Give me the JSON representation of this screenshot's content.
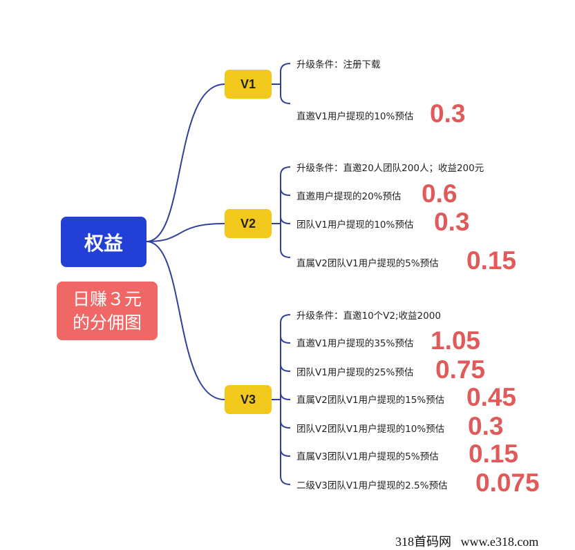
{
  "root": {
    "label": "权益"
  },
  "note": {
    "line1": "日赚３元",
    "line2": "的分佣图"
  },
  "colors": {
    "root": "#2340d6",
    "note": "#f06766",
    "level": "#f2c81b",
    "value": "#e05a5a",
    "line": "#2f3f9e"
  },
  "levels": [
    {
      "label": "V1",
      "items": [
        {
          "text": "升级条件：注册下载",
          "value": ""
        },
        {
          "text": "直邀V1用户提现的10%预估",
          "value": "0.3"
        }
      ]
    },
    {
      "label": "V2",
      "items": [
        {
          "text": "升级条件：直邀20人团队200人；收益200元",
          "value": ""
        },
        {
          "text": "直邀用户提现的20%预估",
          "value": "0.6"
        },
        {
          "text": "团队V1用户提现的10%预估",
          "value": "0.3"
        },
        {
          "text": "直属V2团队V1用户提现的5%预估",
          "value": "0.15"
        }
      ]
    },
    {
      "label": "V3",
      "items": [
        {
          "text": "升级条件：直邀10个V2;收益2000",
          "value": ""
        },
        {
          "text": "直邀V1用户提现的35%预估",
          "value": "1.05"
        },
        {
          "text": "团队V1用户提现的25%预估",
          "value": "0.75"
        },
        {
          "text": "直属V2团队V1用户提现的15%预估",
          "value": "0.45"
        },
        {
          "text": "团队V2团队V1用户提现的10%预估",
          "value": "0.3"
        },
        {
          "text": "直属V3团队V1用户提现的5%预估",
          "value": "0.15"
        },
        {
          "text": "二级V3团队V1用户提现的2.5%预估",
          "value": "0.075"
        }
      ]
    }
  ],
  "watermark": {
    "text": "318首码网   www.e318.com"
  }
}
